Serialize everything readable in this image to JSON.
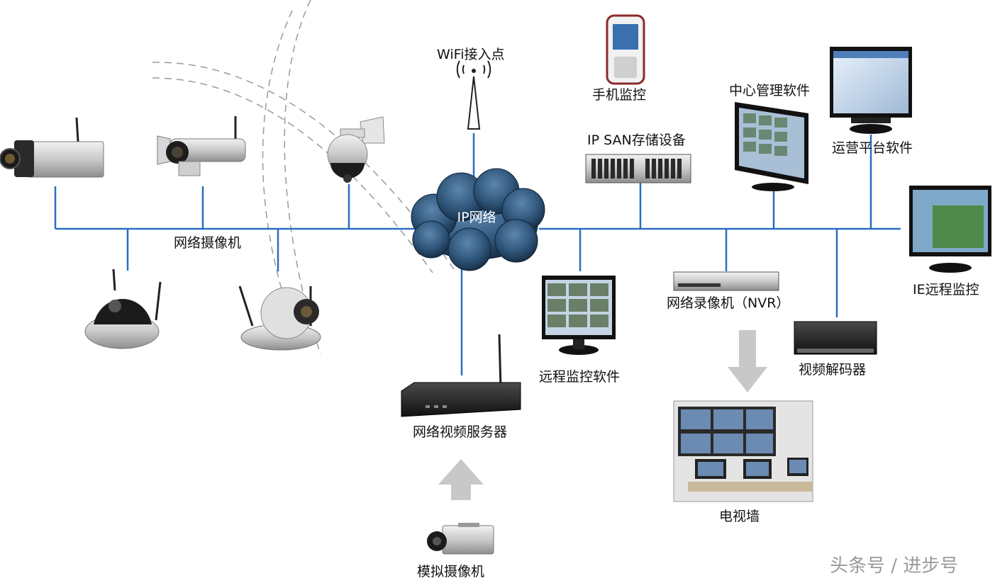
{
  "cloud_label": "IP网络",
  "labels": {
    "wifi": "WiFi接入点",
    "mobile": "手机监控",
    "ipsan": "IP SAN存储设备",
    "center": "中心管理软件",
    "operation": "运营平台软件",
    "ie": "IE远程监控",
    "ipcam": "网络摄像机",
    "remote": "远程监控软件",
    "nvr": "网络录像机（NVR）",
    "decoder": "视频解码器",
    "tvwall": "电视墙",
    "videoserver": "网络视频服务器",
    "analog": "模拟摄像机"
  },
  "watermark": "头条号 / 进步号",
  "colors": {
    "bus": "#2a6ebf",
    "cloud": "#2b4f74",
    "arrow": "#c8c8c8"
  }
}
